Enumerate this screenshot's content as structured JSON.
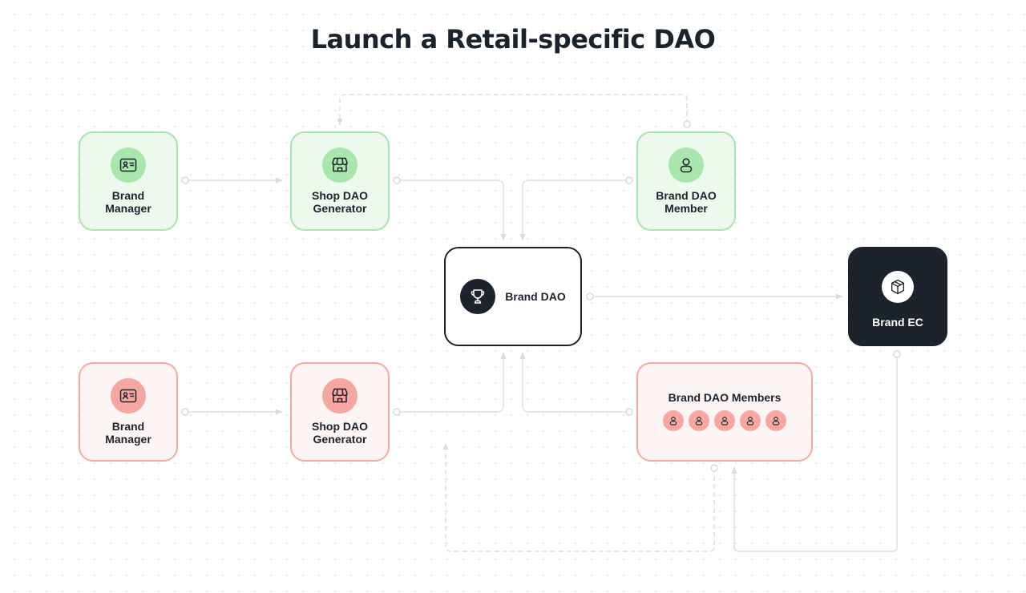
{
  "title": "Launch a Retail-specific DAO",
  "colors": {
    "green_fill": "#eef9ee",
    "green_border": "#a9e4ad",
    "red_fill": "#fdf5f4",
    "red_border": "#f5aaa5",
    "dark": "#1c232c",
    "connector": "#e4e6e9"
  },
  "nodes": {
    "brand_manager_top": {
      "label": "Brand\nManager",
      "icon": "id-card-icon"
    },
    "shop_generator_top": {
      "label": "Shop DAO\nGenerator",
      "icon": "storefront-icon"
    },
    "dao_member_top": {
      "label": "Brand DAO\nMember",
      "icon": "user-icon"
    },
    "brand_dao": {
      "label": "Brand DAO",
      "icon": "trophy-icon"
    },
    "brand_ec": {
      "label": "Brand EC",
      "icon": "box-icon"
    },
    "brand_manager_bottom": {
      "label": "Brand\nManager",
      "icon": "id-card-icon"
    },
    "shop_generator_bottom": {
      "label": "Shop DAO\nGenerator",
      "icon": "storefront-icon"
    },
    "dao_members_bottom": {
      "label": "Brand DAO Members",
      "icon": "user-icon"
    }
  }
}
